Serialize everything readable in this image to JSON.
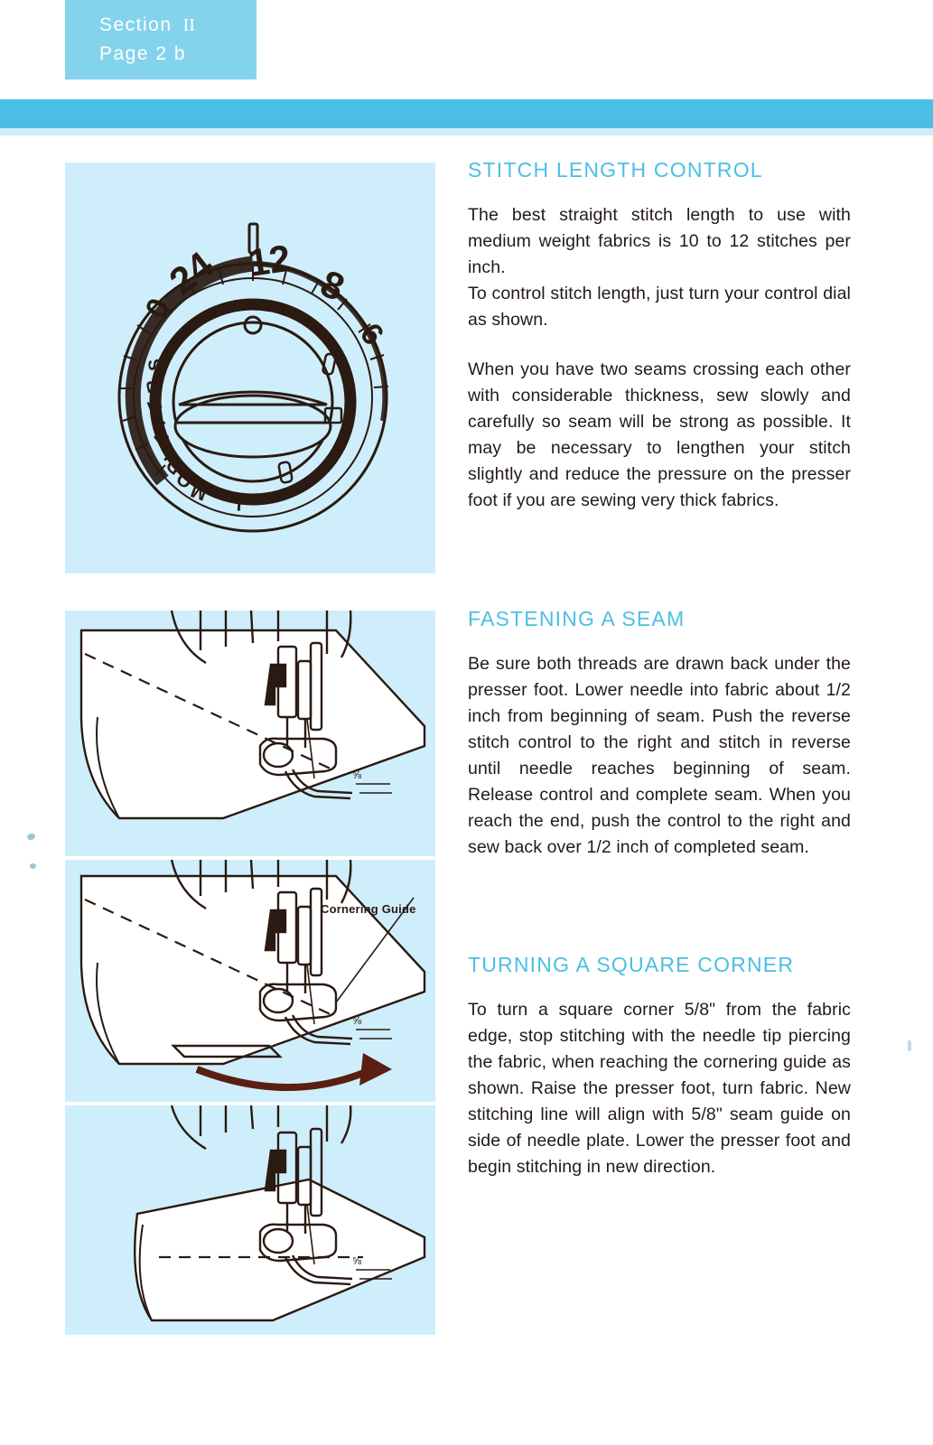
{
  "header": {
    "section_label": "Section",
    "section_number": "II",
    "page_label": "Page",
    "page_number": "2 b"
  },
  "colors": {
    "header_block": "#84d3ec",
    "header_bar": "#4bbfe3",
    "figure_bg": "#cfeefb",
    "heading": "#4bbfe3",
    "body_text": "#231a16",
    "line_art": "#2a1a12"
  },
  "sections": [
    {
      "id": "stitch-length-control",
      "title": "STITCH LENGTH CONTROL",
      "paragraphs": [
        "The best straight stitch length to use with medium weight fabrics is 10 to 12 stitches per inch.\nTo control stitch length, just turn your control dial as shown.",
        "When you have two seams crossing each other with considerable thickness, sew slowly and carefully so seam will be strong as possible. It may be necessary to lengthen your stitch slightly and reduce the pressure on the presser foot if you are sewing very thick fabrics."
      ]
    },
    {
      "id": "fastening-a-seam",
      "title": "FASTENING A SEAM",
      "paragraphs": [
        "Be sure both threads are drawn back under the presser foot. Lower needle into fabric about 1/2 inch from beginning of seam. Push the reverse stitch control to the right and stitch in reverse until needle reaches beginning of seam. Release control and complete seam. When you reach the end, push the control to the right and sew back over 1/2 inch of completed seam."
      ]
    },
    {
      "id": "turning-a-square-corner",
      "title": "TURNING A SQUARE CORNER",
      "paragraphs": [
        "To turn a square corner 5/8\" from the fabric edge, stop stitching with the needle tip piercing the fabric, when reaching the cornering guide as shown.   Raise the presser foot, turn fabric.   New stitching line will align with 5/8\" seam guide on side of needle plate. Lower the presser foot and begin stitching in new direction."
      ]
    }
  ],
  "figures": {
    "stitch_dial": {
      "caption": "",
      "dial_numbers": [
        "0",
        "24",
        "12",
        "8",
        "6"
      ],
      "dial_words": [
        "STRETCH STITCH",
        "MODIFIERS"
      ]
    },
    "seam_start": {
      "caption": ""
    },
    "cornering": {
      "caption": "Cornering Guide"
    },
    "corner_turned": {
      "caption": ""
    }
  }
}
